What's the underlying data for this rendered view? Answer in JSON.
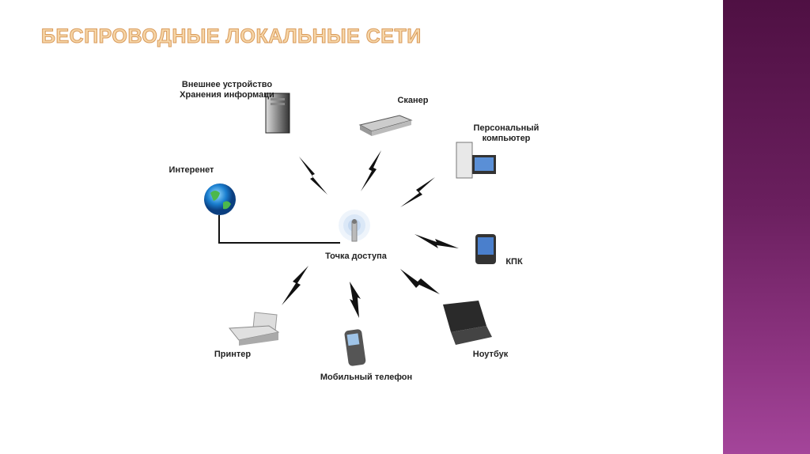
{
  "slide": {
    "title": "БЕСПРОВОДНЫЕ ЛОКАЛЬНЫЕ СЕТИ",
    "accent": "#6a1f5e"
  },
  "diagram": {
    "storage": [
      "Внешнее устройство",
      "Хранения информаци"
    ],
    "scanner": "Сканер",
    "pc": [
      "Персональный",
      "компьютер"
    ],
    "internet": "Интеренет",
    "access_point": "Точка доступа",
    "pda": "КПК",
    "printer": "Принтер",
    "mobile": "Мобильный телефон",
    "laptop": "Ноутбук"
  }
}
